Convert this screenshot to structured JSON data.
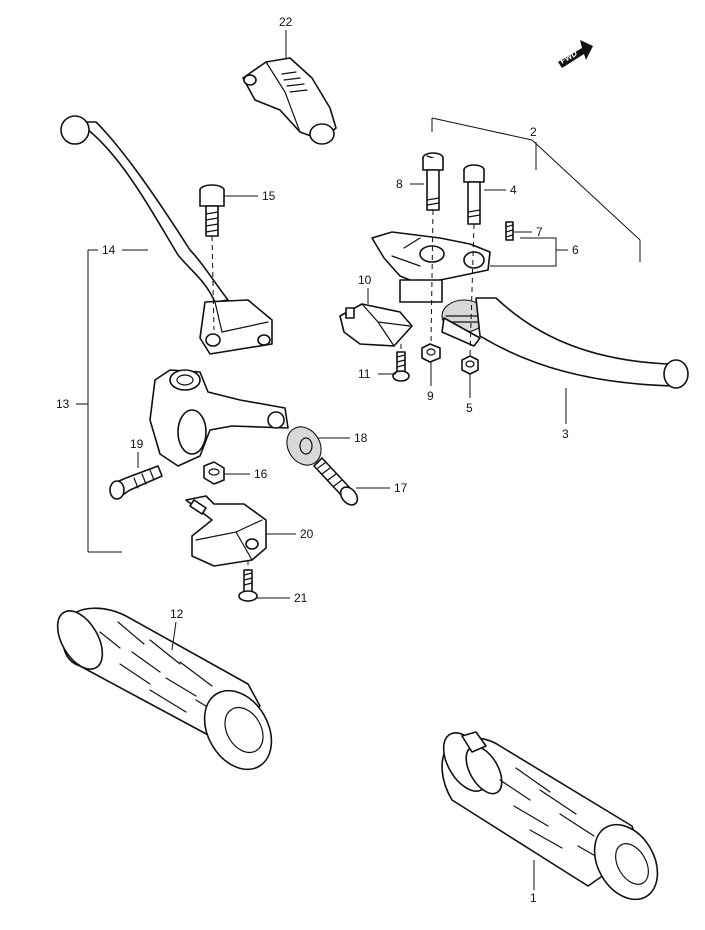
{
  "direction_badge": "FWD",
  "labels": {
    "p1": "1",
    "p2": "2",
    "p3": "3",
    "p4": "4",
    "p5": "5",
    "p6": "6",
    "p7": "7",
    "p8": "8",
    "p9": "9",
    "p10": "10",
    "p11": "11",
    "p12": "12",
    "p13": "13",
    "p14": "14",
    "p15": "15",
    "p16": "16",
    "p17": "17",
    "p18": "18",
    "p19": "19",
    "p20": "20",
    "p21": "21",
    "p22": "22"
  }
}
